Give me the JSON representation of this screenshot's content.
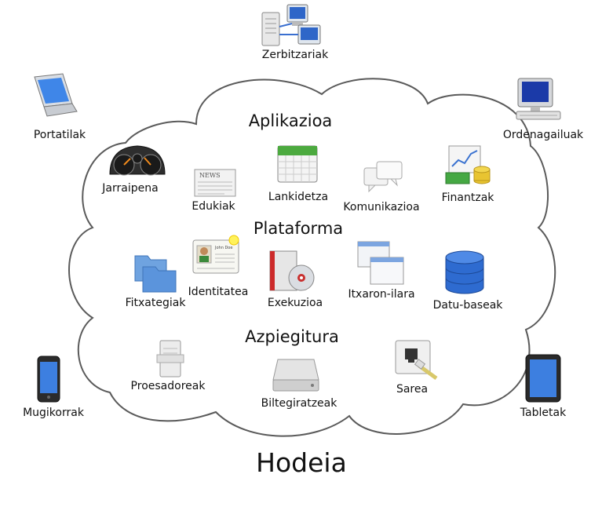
{
  "title": "Hodeia",
  "sections": {
    "applications": "Aplikazioa",
    "platform": "Plataforma",
    "infrastructure": "Azpiegitura"
  },
  "devices": {
    "servers": "Zerbitzariak",
    "laptops": "Portatilak",
    "desktops": "Ordenagailuak",
    "phones": "Mugikorrak",
    "tablets": "Tabletak"
  },
  "applications": {
    "monitoring": "Jarraipena",
    "content": "Edukiak",
    "collaboration": "Lankidetza",
    "communication": "Komunikazioa",
    "finance": "Finantzak"
  },
  "platform": {
    "files": "Fitxategiak",
    "identity": "Identitatea",
    "runtime": "Exekuzioa",
    "queue": "Itxaron-ilara",
    "databases": "Datu-baseak"
  },
  "infrastructure": {
    "compute": "Proesadoreak",
    "storage": "Biltegiratzeak",
    "network": "Sarea"
  },
  "icon_texts": {
    "news": "NEWS",
    "id_name": "John Doe"
  }
}
